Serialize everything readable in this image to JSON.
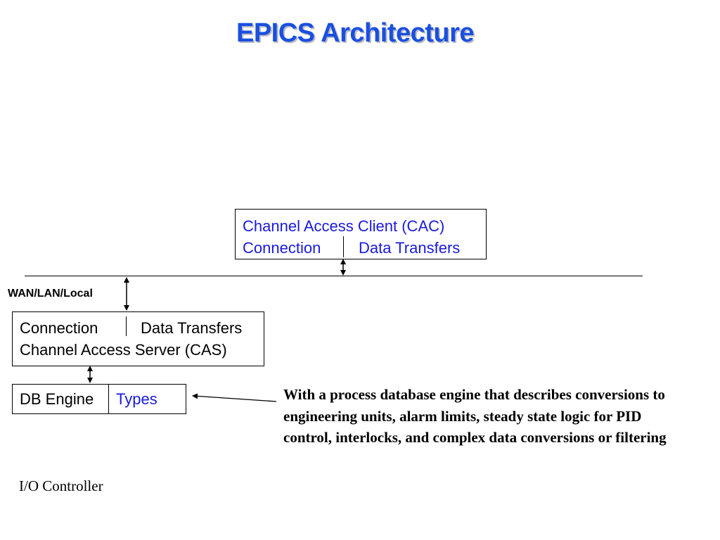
{
  "title": "EPICS Architecture",
  "cac": {
    "line1": "Channel Access Client (CAC)",
    "connection": "Connection",
    "data_transfers": "Data Transfers"
  },
  "network_label": "WAN/LAN/Local",
  "cas": {
    "connection": "Connection",
    "data_transfers": "Data Transfers",
    "line2": "Channel Access Server (CAS)"
  },
  "db": {
    "engine": "DB Engine",
    "types": "Types"
  },
  "description": "With a process database engine that describes conversions to engineering units, alarm limits, steady state logic for PID control, interlocks, and complex data conversions or filtering",
  "io_controller": "I/O Controller",
  "colors": {
    "title": "#1a4fe0",
    "client_text": "#1a1adc",
    "types_text": "#1a1adc"
  }
}
